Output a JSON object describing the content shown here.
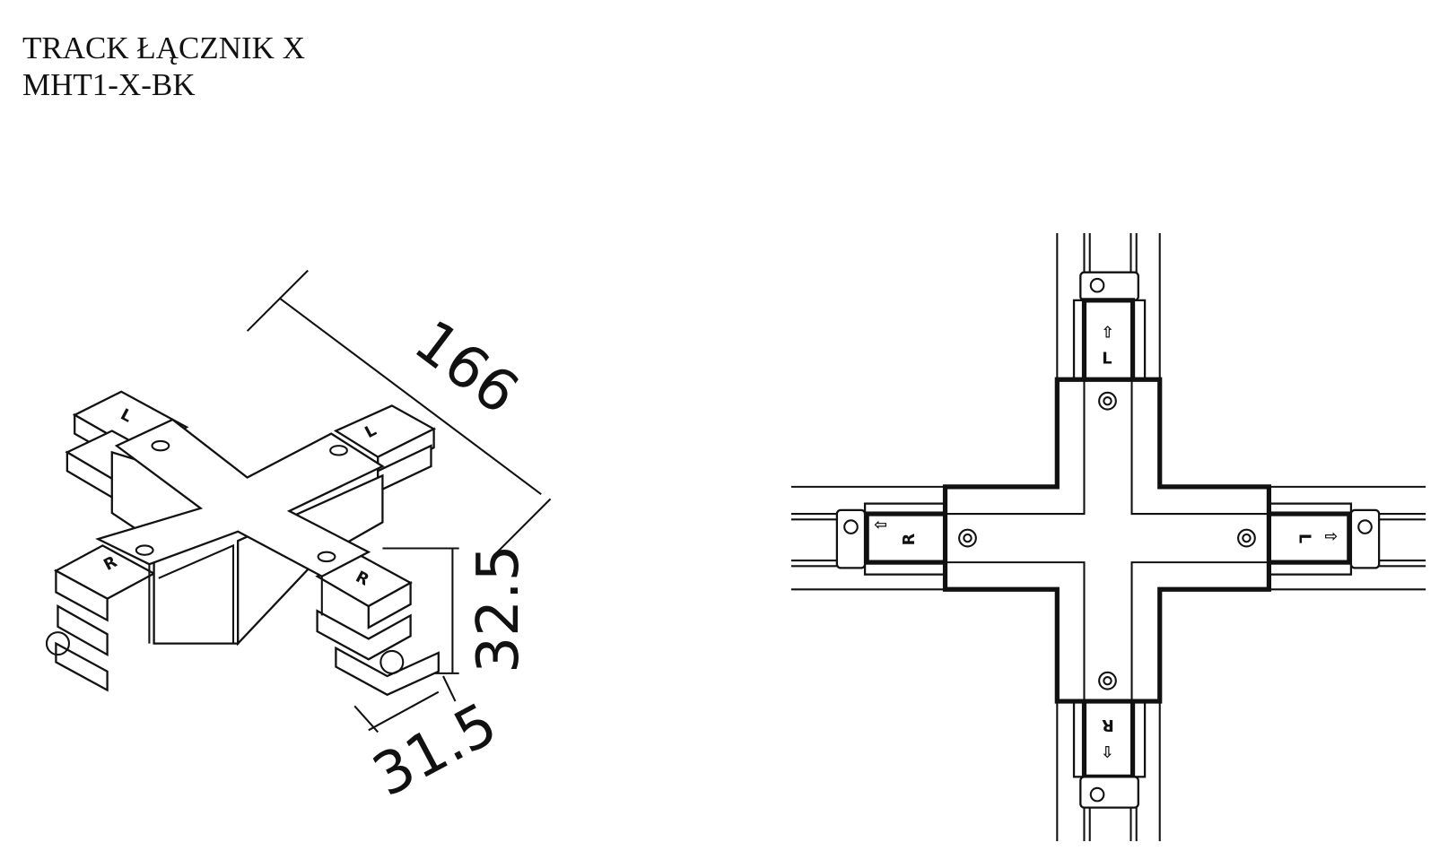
{
  "title": {
    "line1": "TRACK ŁĄCZNIK X",
    "line2": "MHT1-X-BK"
  },
  "dimensions": {
    "length": "166",
    "height": "32.5",
    "width": "31.5"
  },
  "markings": {
    "left": "L",
    "right": "R",
    "arrow": "⇧"
  }
}
